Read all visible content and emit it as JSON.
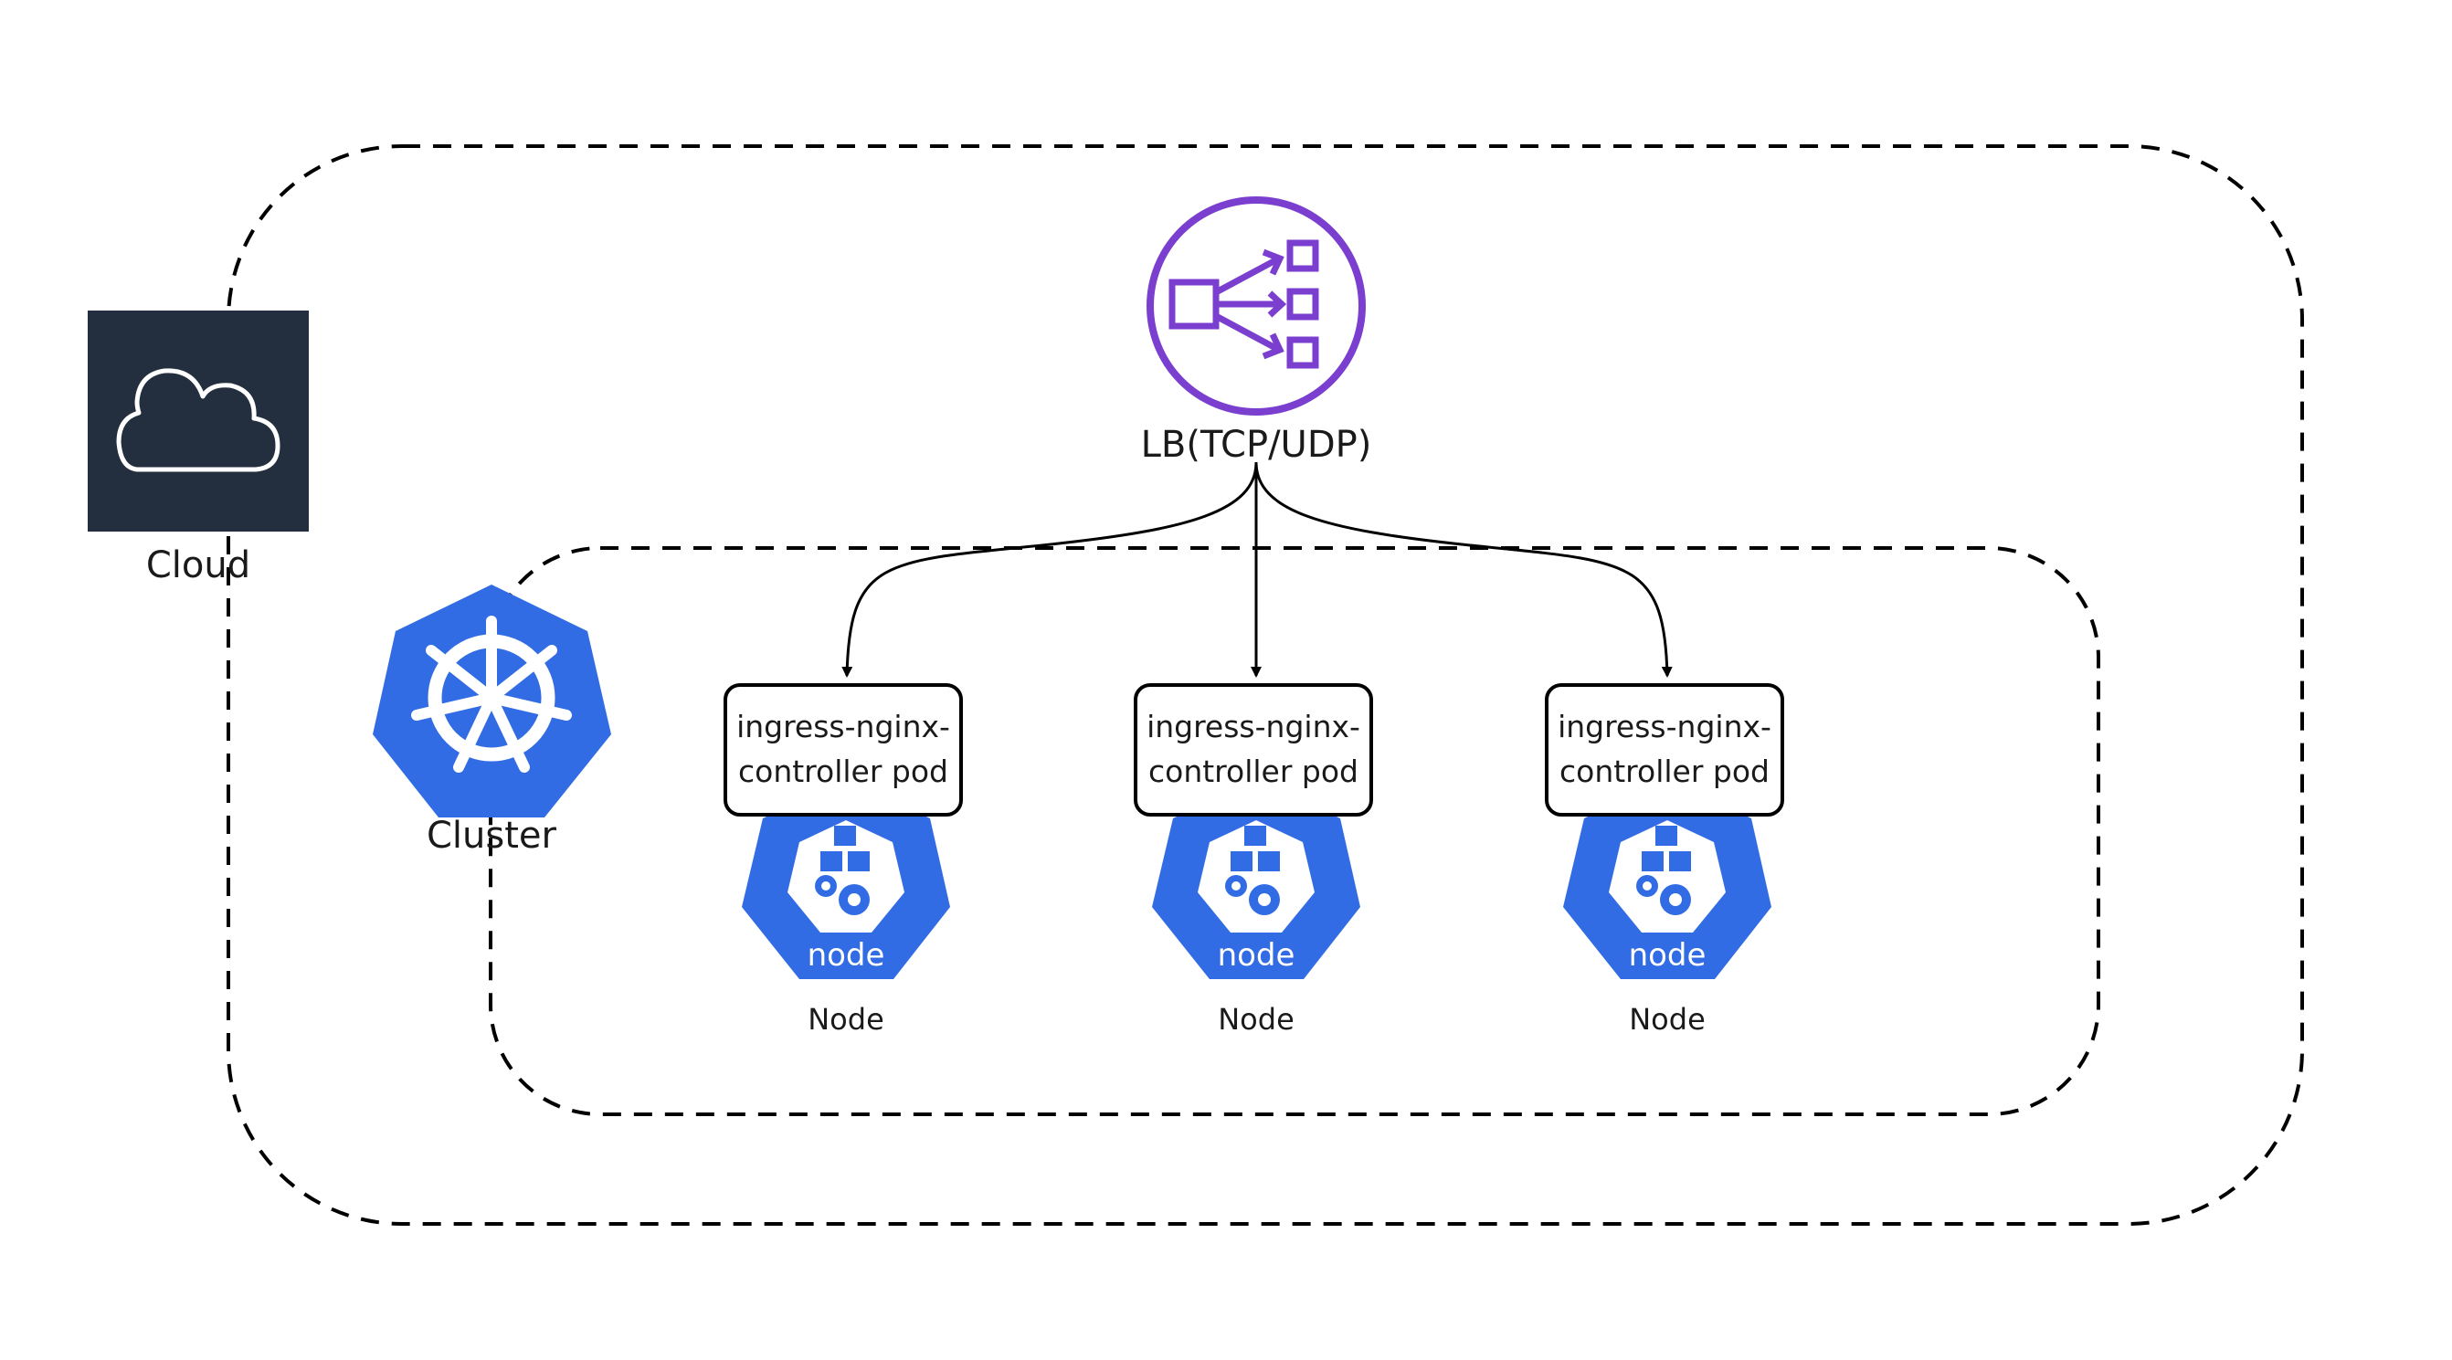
{
  "cloud": {
    "label": "Cloud",
    "icon": "cloud-icon",
    "tile_color": "#232f3e"
  },
  "cluster": {
    "label": "Cluster",
    "icon": "kubernetes-helm-icon",
    "color": "#326ce5"
  },
  "load_balancer": {
    "label": "LB(TCP/UDP)",
    "icon": "network-load-balancer-icon",
    "color": "#7b3fd0"
  },
  "nodes": [
    {
      "pod_line1": "ingress-nginx-",
      "pod_line2": "controller pod",
      "badge": "node",
      "caption": "Node"
    },
    {
      "pod_line1": "ingress-nginx-",
      "pod_line2": "controller pod",
      "badge": "node",
      "caption": "Node"
    },
    {
      "pod_line1": "ingress-nginx-",
      "pod_line2": "controller pod",
      "badge": "node",
      "caption": "Node"
    }
  ]
}
